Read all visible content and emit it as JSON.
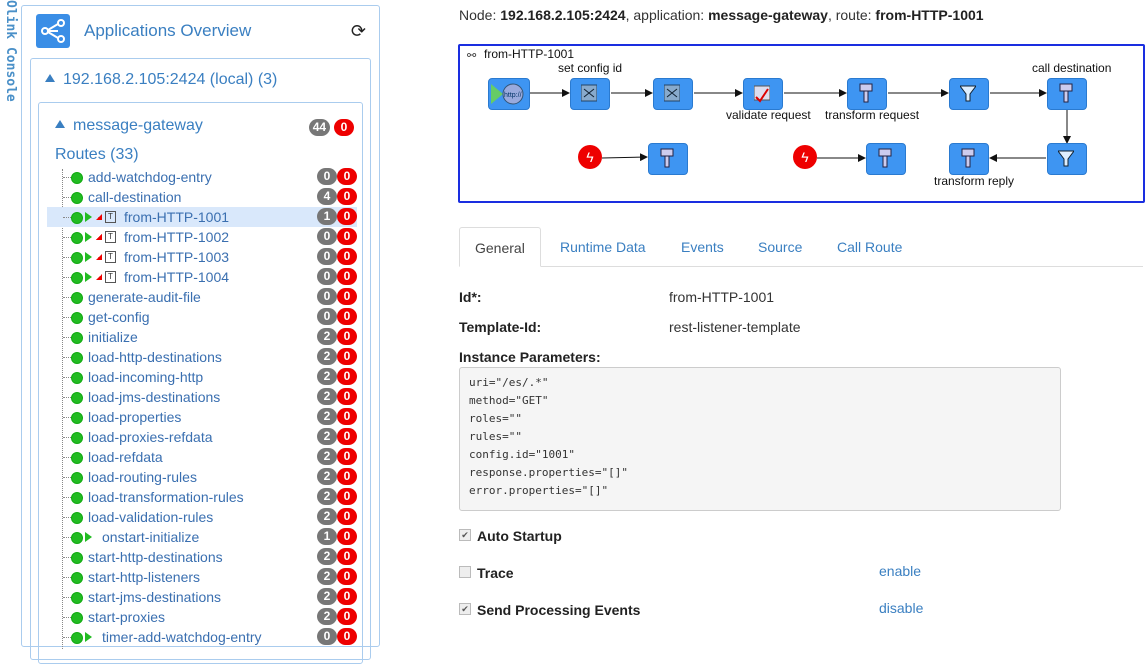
{
  "sidebar_vertical_title": "Olink Console",
  "app_overview": {
    "title": "Applications Overview"
  },
  "node": {
    "label": "192.168.2.105:2424 (local) (3)"
  },
  "application": {
    "name": "message-gateway",
    "count_a": "44",
    "count_b": "0"
  },
  "routes_header": "Routes (33)",
  "routes": [
    {
      "name": "add-watchdog-entry",
      "a": "0",
      "b": "0",
      "play": false,
      "template": false
    },
    {
      "name": "call-destination",
      "a": "4",
      "b": "0",
      "play": false,
      "template": false
    },
    {
      "name": "from-HTTP-1001",
      "a": "1",
      "b": "0",
      "play": true,
      "template": true,
      "selected": true
    },
    {
      "name": "from-HTTP-1002",
      "a": "0",
      "b": "0",
      "play": true,
      "template": true
    },
    {
      "name": "from-HTTP-1003",
      "a": "0",
      "b": "0",
      "play": true,
      "template": true
    },
    {
      "name": "from-HTTP-1004",
      "a": "0",
      "b": "0",
      "play": true,
      "template": true
    },
    {
      "name": "generate-audit-file",
      "a": "0",
      "b": "0",
      "play": false,
      "template": false
    },
    {
      "name": "get-config",
      "a": "0",
      "b": "0",
      "play": false,
      "template": false
    },
    {
      "name": "initialize",
      "a": "2",
      "b": "0",
      "play": false,
      "template": false
    },
    {
      "name": "load-http-destinations",
      "a": "2",
      "b": "0",
      "play": false,
      "template": false
    },
    {
      "name": "load-incoming-http",
      "a": "2",
      "b": "0",
      "play": false,
      "template": false
    },
    {
      "name": "load-jms-destinations",
      "a": "2",
      "b": "0",
      "play": false,
      "template": false
    },
    {
      "name": "load-properties",
      "a": "2",
      "b": "0",
      "play": false,
      "template": false
    },
    {
      "name": "load-proxies-refdata",
      "a": "2",
      "b": "0",
      "play": false,
      "template": false
    },
    {
      "name": "load-refdata",
      "a": "2",
      "b": "0",
      "play": false,
      "template": false
    },
    {
      "name": "load-routing-rules",
      "a": "2",
      "b": "0",
      "play": false,
      "template": false
    },
    {
      "name": "load-transformation-rules",
      "a": "2",
      "b": "0",
      "play": false,
      "template": false
    },
    {
      "name": "load-validation-rules",
      "a": "2",
      "b": "0",
      "play": false,
      "template": false
    },
    {
      "name": "onstart-initialize",
      "a": "1",
      "b": "0",
      "play": true,
      "template": false
    },
    {
      "name": "start-http-destinations",
      "a": "2",
      "b": "0",
      "play": false,
      "template": false
    },
    {
      "name": "start-http-listeners",
      "a": "2",
      "b": "0",
      "play": false,
      "template": false
    },
    {
      "name": "start-jms-destinations",
      "a": "2",
      "b": "0",
      "play": false,
      "template": false
    },
    {
      "name": "start-proxies",
      "a": "2",
      "b": "0",
      "play": false,
      "template": false
    },
    {
      "name": "timer-add-watchdog-entry",
      "a": "0",
      "b": "0",
      "play": true,
      "template": false
    }
  ],
  "breadcrumb": {
    "node_label": "Node:",
    "node": "192.168.2.105:2424",
    "app_label": ", application:",
    "app": "message-gateway",
    "route_label": ", route:",
    "route": "from-HTTP-1001"
  },
  "diagram": {
    "title": "from-HTTP-1001",
    "labels": {
      "set_config_id": "set config id",
      "call_destination": "call destination",
      "validate_request": "validate request",
      "transform_request": "transform request",
      "transform_reply": "transform reply"
    }
  },
  "tabs": [
    "General",
    "Runtime Data",
    "Events",
    "Source",
    "Call Route"
  ],
  "general": {
    "id_label": "Id*:",
    "id_value": "from-HTTP-1001",
    "template_label": "Template-Id:",
    "template_value": "rest-listener-template",
    "params_label": "Instance Parameters:",
    "params": [
      "uri=\"/es/.*\"",
      "method=\"GET\"",
      "roles=\"\"",
      "rules=\"\"",
      "config.id=\"1001\"",
      "response.properties=\"[]\"",
      "error.properties=\"[]\""
    ],
    "auto_startup_label": "Auto Startup",
    "auto_startup": true,
    "trace_label": "Trace",
    "trace": false,
    "trace_action": "enable",
    "send_events_label": "Send Processing Events",
    "send_events": true,
    "send_events_action": "disable"
  },
  "colors": {
    "accent": "#3a7fc1",
    "node_blue": "#3e95f2",
    "diagram_border": "#1a2ee0",
    "badge_red": "#e00000",
    "badge_gray": "#777777",
    "status_green": "#22bb22"
  }
}
